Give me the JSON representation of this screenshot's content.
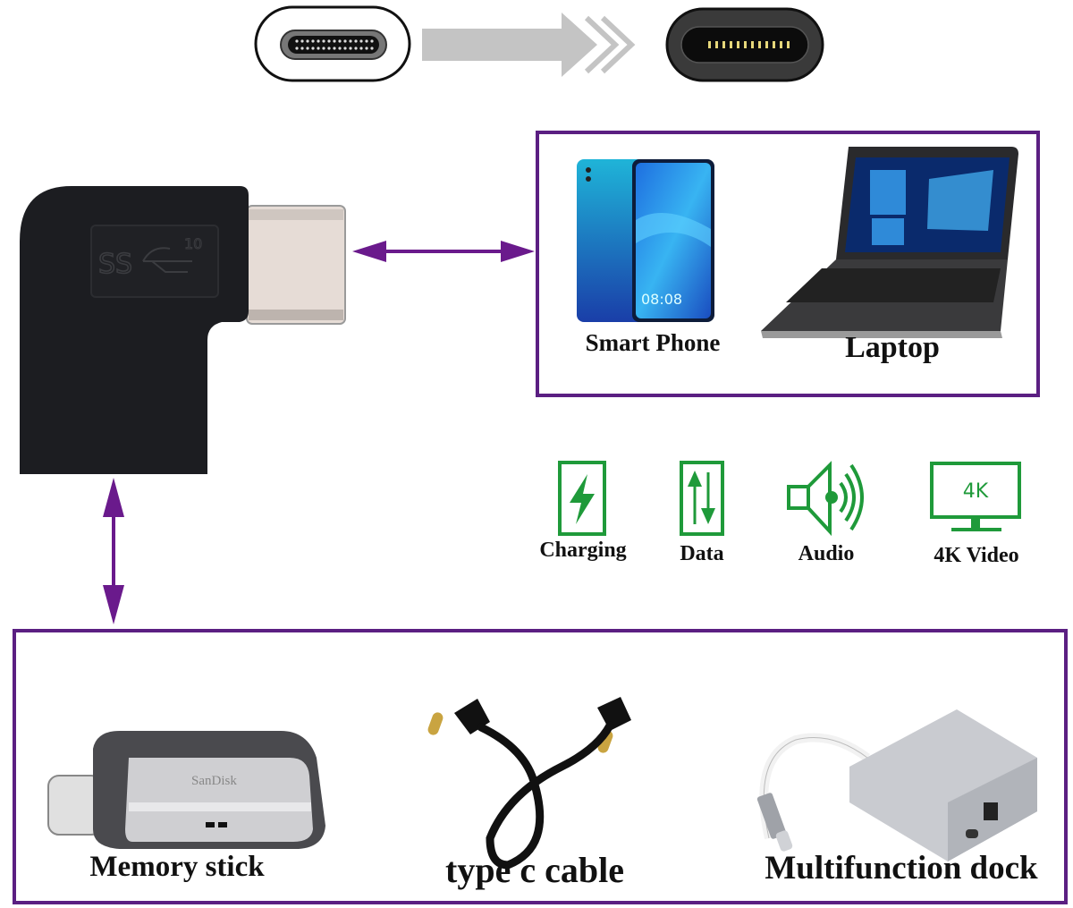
{
  "header": {
    "conversion": {
      "from": "usb-c-female-port",
      "to": "usb-c-male-plug",
      "arrow": "right-arrow-with-chevrons"
    }
  },
  "adapter": {
    "type": "usb-c-right-angle-adapter",
    "logo_text": "SS",
    "logo_badge": "10"
  },
  "host_devices": {
    "items": [
      {
        "label": "Smart Phone",
        "phone_time": "08:08"
      },
      {
        "label": "Laptop"
      }
    ]
  },
  "features": [
    {
      "icon": "charging-icon",
      "label": "Charging"
    },
    {
      "icon": "data-transfer-icon",
      "label": "Data"
    },
    {
      "icon": "audio-icon",
      "label": "Audio"
    },
    {
      "icon": "monitor-4k-icon",
      "label": "4K Video",
      "screen_text": "4K"
    }
  ],
  "accessories": {
    "items": [
      {
        "label": "Memory stick",
        "brand": "SanDisk"
      },
      {
        "label": "type c cable"
      },
      {
        "label": "Multifunction dock"
      }
    ]
  },
  "colors": {
    "frame": "#5b1f82",
    "arrow": "#6a1a8c",
    "feature_green": "#1f9a3a",
    "adapter_body": "#1c1d21"
  }
}
